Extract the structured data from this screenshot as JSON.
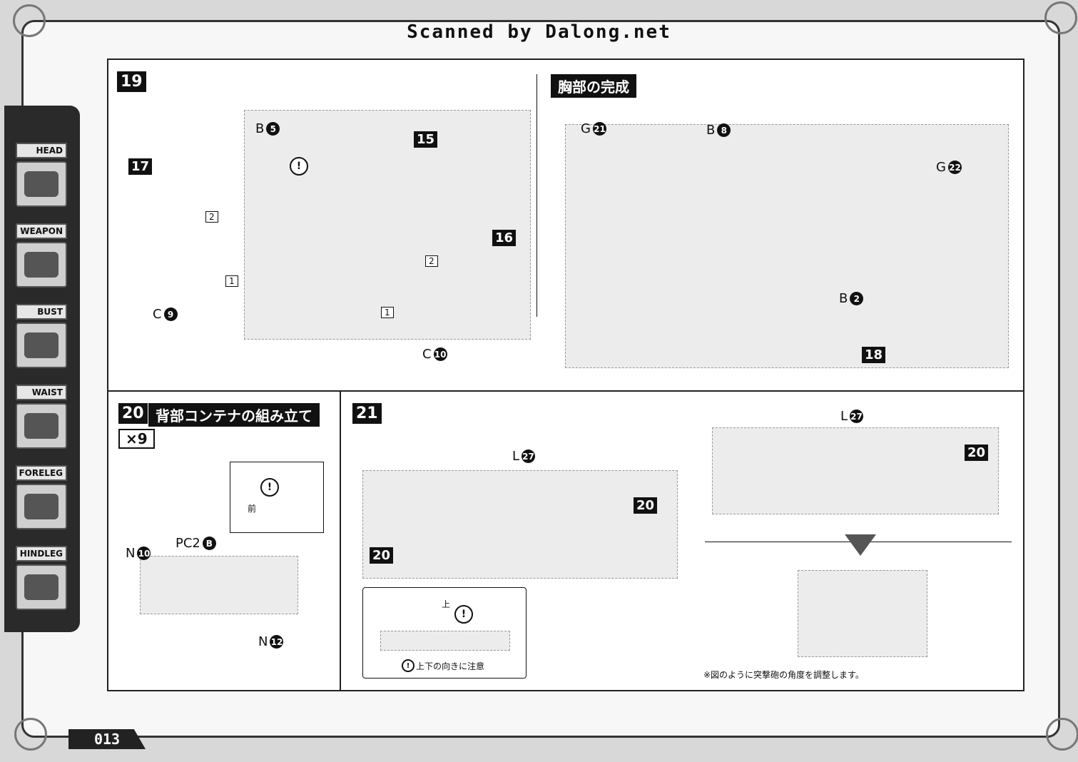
{
  "header": {
    "scan_credit": "Scanned by Dalong.net"
  },
  "sidebar": {
    "items": [
      {
        "label": "HEAD"
      },
      {
        "label": "WEAPON"
      },
      {
        "label": "BUST"
      },
      {
        "label": "WAIST"
      },
      {
        "label": "FORELEG"
      },
      {
        "label": "HINDLEG"
      }
    ]
  },
  "steps": {
    "s19": {
      "number": "19",
      "title": "胸部の完成",
      "callouts": [
        {
          "label": "B",
          "num": "5"
        },
        {
          "label": "C",
          "num": "9"
        },
        {
          "label": "C",
          "num": "10"
        },
        {
          "label": "G",
          "num": "21"
        },
        {
          "label": "B",
          "num": "8"
        },
        {
          "label": "G",
          "num": "22"
        },
        {
          "label": "B",
          "num": "2"
        }
      ],
      "parts": [
        "17",
        "15",
        "16",
        "18"
      ],
      "sequence": [
        "1",
        "2"
      ]
    },
    "s20": {
      "number": "20",
      "title": "背部コンテナの組み立て",
      "quantity": "×9",
      "callouts": [
        {
          "label": "N",
          "num": "10"
        },
        {
          "label": "PC2",
          "num": "B"
        },
        {
          "label": "N",
          "num": "12"
        }
      ],
      "front_label": "前"
    },
    "s21": {
      "number": "21",
      "callouts": [
        {
          "label": "L",
          "num": "27"
        }
      ],
      "parts": [
        "20"
      ],
      "orientation_up": "上",
      "orientation_note": "上下の向きに注意",
      "angle_note": "※図のように突撃砲の角度を調整します。"
    }
  },
  "footer": {
    "page_number": "013"
  }
}
